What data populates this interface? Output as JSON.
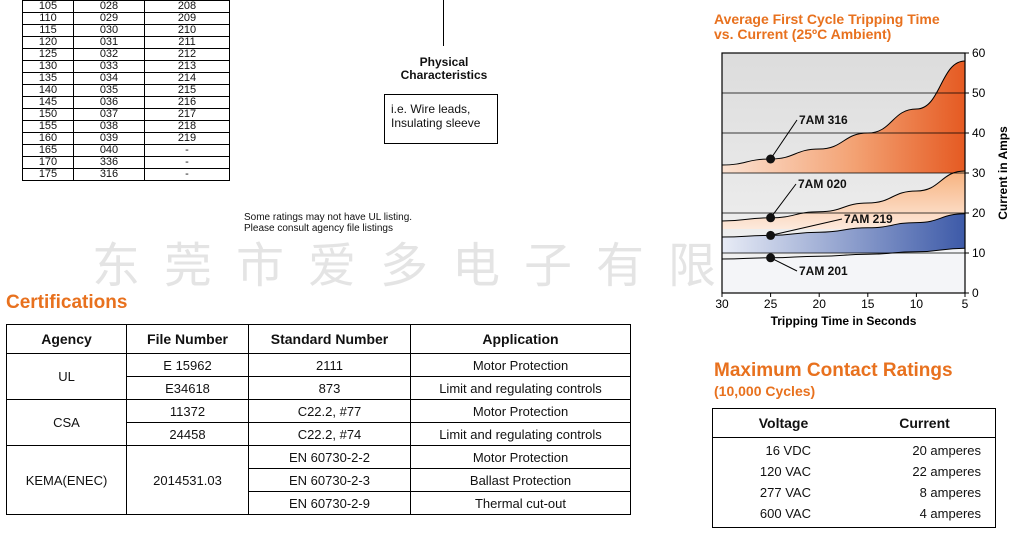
{
  "ratings_table": {
    "rows": [
      [
        "105",
        "028",
        "208"
      ],
      [
        "110",
        "029",
        "209"
      ],
      [
        "115",
        "030",
        "210"
      ],
      [
        "120",
        "031",
        "211"
      ],
      [
        "125",
        "032",
        "212"
      ],
      [
        "130",
        "033",
        "213"
      ],
      [
        "135",
        "034",
        "214"
      ],
      [
        "140",
        "035",
        "215"
      ],
      [
        "145",
        "036",
        "216"
      ],
      [
        "150",
        "037",
        "217"
      ],
      [
        "155",
        "038",
        "218"
      ],
      [
        "160",
        "039",
        "219"
      ],
      [
        "165",
        "040",
        "-"
      ],
      [
        "170",
        "336",
        "-"
      ],
      [
        "175",
        "316",
        "-"
      ]
    ]
  },
  "ul_note": {
    "line1": "Some ratings may not have UL listing.",
    "line2": "Please consult agency file listings"
  },
  "physical": {
    "title_line1": "Physical",
    "title_line2": "Characteristics",
    "box_line1": "i.e. Wire leads,",
    "box_line2": "Insulating sleeve"
  },
  "watermark": "东莞市爱多电子有限公司",
  "certifications": {
    "title": "Certifications",
    "headers": [
      "Agency",
      "File Number",
      "Standard Number",
      "Application"
    ],
    "ul": {
      "agency": "UL",
      "rows": [
        {
          "file": "E 15962",
          "standard": "2111",
          "application": "Motor Protection"
        },
        {
          "file": "E34618",
          "standard": "873",
          "application": "Limit and regulating controls"
        }
      ]
    },
    "csa": {
      "agency": "CSA",
      "rows": [
        {
          "file": "11372",
          "standard": "C22.2, #77",
          "application": "Motor Protection"
        },
        {
          "file": "24458",
          "standard": "C22.2, #74",
          "application": "Limit and regulating controls"
        }
      ]
    },
    "kema": {
      "agency": "KEMA(ENEC)",
      "file": "2014531.03",
      "rows": [
        {
          "standard": "EN 60730-2-2",
          "application": "Motor Protection"
        },
        {
          "standard": "EN 60730-2-3",
          "application": "Ballast Protection"
        },
        {
          "standard": "EN 60730-2-9",
          "application": "Thermal cut-out"
        }
      ]
    }
  },
  "chart_title": {
    "line1": "Average First Cycle Tripping Time",
    "line2": "vs. Current (25ºC Ambient)"
  },
  "chart_data": {
    "type": "line",
    "title": "Average First Cycle Tripping Time vs. Current (25ºC Ambient)",
    "xlabel": "Tripping Time in Seconds",
    "ylabel": "Current in Amps",
    "xlim": [
      30,
      5
    ],
    "ylim": [
      0,
      60
    ],
    "x_ticks": [
      30,
      25,
      20,
      15,
      10,
      5
    ],
    "y_ticks": [
      0,
      10,
      20,
      30,
      40,
      50,
      60
    ],
    "grid": true,
    "series": [
      {
        "name": "7AM 316",
        "x": [
          30,
          25,
          20,
          15,
          10,
          5
        ],
        "y": [
          32,
          33.5,
          36,
          40,
          46,
          58
        ],
        "color": "#e8622a",
        "marker_x": 25
      },
      {
        "name": "7AM 020",
        "x": [
          30,
          25,
          20,
          15,
          10,
          5
        ],
        "y": [
          18,
          18.8,
          20.3,
          22.5,
          25.5,
          30.5
        ],
        "color": "#f4a366",
        "marker_x": 25
      },
      {
        "name": "7AM 219",
        "x": [
          30,
          25,
          20,
          15,
          10,
          5
        ],
        "y": [
          14,
          14.4,
          15.2,
          16.3,
          17.6,
          19.8
        ],
        "color": "#4a66b3",
        "marker_x": 25
      },
      {
        "name": "7AM 201",
        "x": [
          30,
          25,
          20,
          15,
          10,
          5
        ],
        "y": [
          8.5,
          8.8,
          9.2,
          9.7,
          10.3,
          11.2
        ],
        "color": "#9aa3c8",
        "marker_x": 25
      }
    ]
  },
  "contact_ratings": {
    "title": "Maximum Contact Ratings",
    "subtitle": "(10,000 Cycles)",
    "headers": [
      "Voltage",
      "Current"
    ],
    "rows": [
      {
        "voltage": "16 VDC",
        "current": "20 amperes"
      },
      {
        "voltage": "120 VAC",
        "current": "22 amperes"
      },
      {
        "voltage": "277 VAC",
        "current": "8 amperes"
      },
      {
        "voltage": "600 VAC",
        "current": "4 amperes"
      }
    ]
  }
}
